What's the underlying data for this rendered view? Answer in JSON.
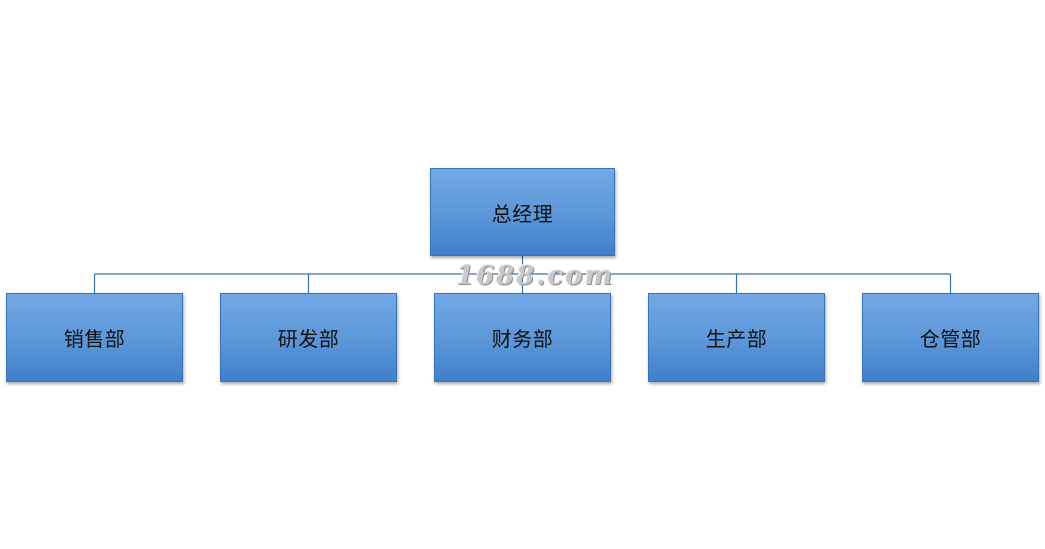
{
  "org_chart": {
    "root": {
      "label": "总经理"
    },
    "children": [
      {
        "label": "销售部"
      },
      {
        "label": "研发部"
      },
      {
        "label": "财务部"
      },
      {
        "label": "生产部"
      },
      {
        "label": "仓管部"
      }
    ]
  },
  "watermark": {
    "text": "1688.com"
  },
  "colors": {
    "node_fill_top": "#72a8e4",
    "node_fill_bottom": "#3f80cb",
    "node_border": "#3b74b6",
    "connector": "#3a6ea8"
  }
}
